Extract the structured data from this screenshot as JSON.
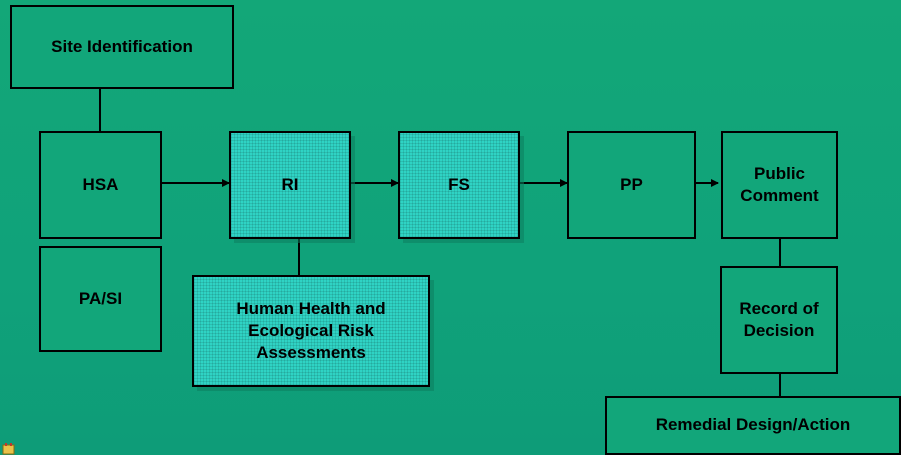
{
  "diagram": {
    "nodes": {
      "site_identification": "Site Identification",
      "hsa": "HSA",
      "pa_si": "PA/SI",
      "ri": "RI",
      "fs": "FS",
      "pp": "PP",
      "public_comment": "Public\nComment",
      "human_health": "Human Health and\nEcological Risk\nAssessments",
      "record_of_decision": "Record of\nDecision",
      "remedial_design": "Remedial Design/Action"
    },
    "edges": [
      {
        "from": "site_identification",
        "to": "hsa",
        "type": "line"
      },
      {
        "from": "hsa",
        "to": "ri",
        "type": "arrow"
      },
      {
        "from": "ri",
        "to": "fs",
        "type": "arrow"
      },
      {
        "from": "fs",
        "to": "pp",
        "type": "arrow"
      },
      {
        "from": "pp",
        "to": "public_comment",
        "type": "arrow"
      },
      {
        "from": "ri",
        "to": "human_health",
        "type": "line"
      },
      {
        "from": "public_comment",
        "to": "record_of_decision",
        "type": "line"
      },
      {
        "from": "record_of_decision",
        "to": "remedial_design",
        "type": "line"
      }
    ],
    "colors": {
      "background": "#12a67a",
      "highlight": "#2fd3c4",
      "border": "#000000"
    }
  }
}
